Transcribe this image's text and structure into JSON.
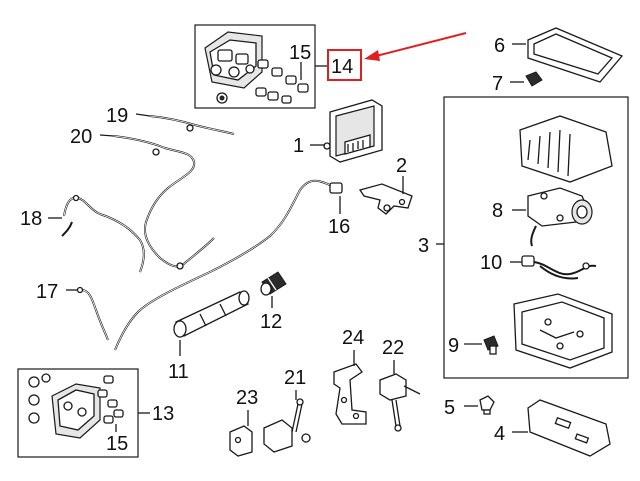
{
  "diagram": {
    "callouts": {
      "c1": "1",
      "c2": "2",
      "c3": "3",
      "c4": "4",
      "c5": "5",
      "c6": "6",
      "c7": "7",
      "c8": "8",
      "c9": "9",
      "c10": "10",
      "c11": "11",
      "c12": "12",
      "c13": "13",
      "c14": "14",
      "c15_top": "15",
      "c15_bottom": "15",
      "c16": "16",
      "c17": "17",
      "c18": "18",
      "c19": "19",
      "c20": "20",
      "c21": "21",
      "c22": "22",
      "c23": "23",
      "c24": "24"
    },
    "highlight": {
      "callout": "14",
      "box_color": "#e02020",
      "arrow_color": "#e02020"
    },
    "colors": {
      "ink": "#1a1a1a",
      "background": "#ffffff",
      "shade": "#e6e6e6"
    }
  }
}
